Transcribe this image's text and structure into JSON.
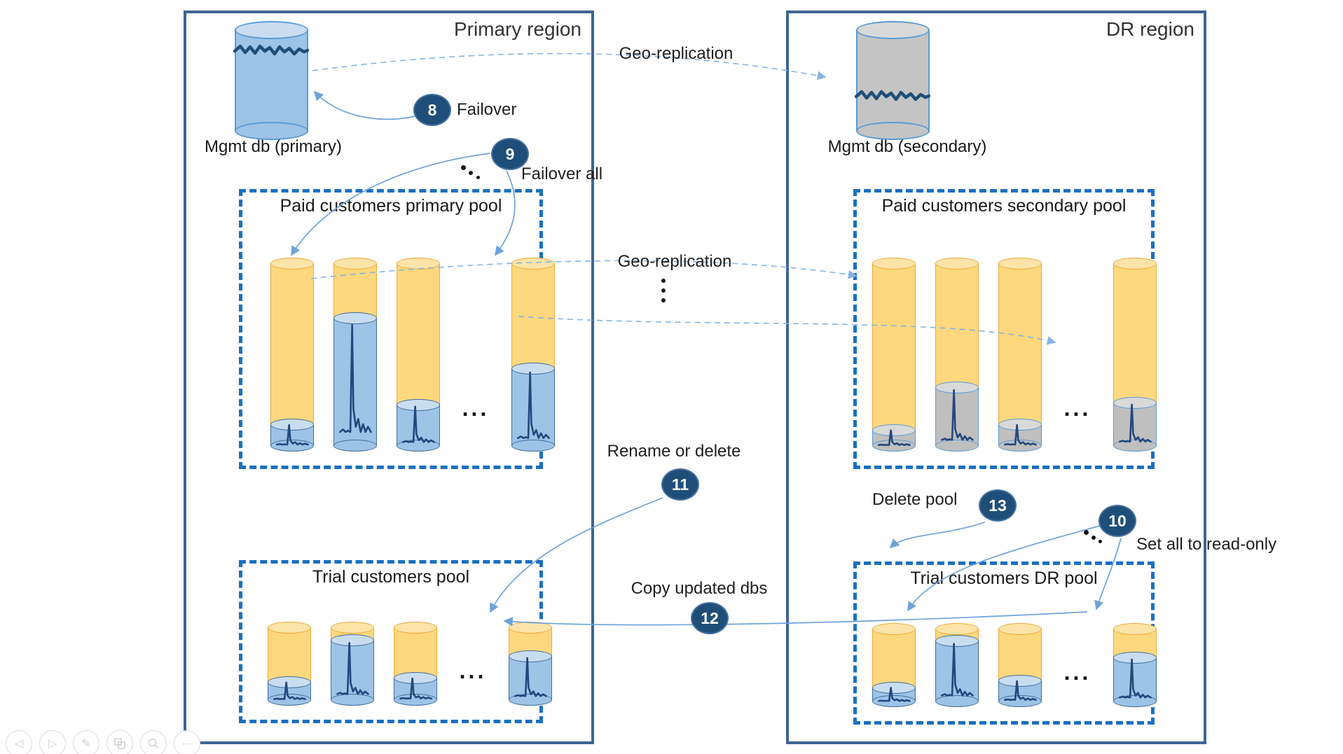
{
  "regions": {
    "primary": {
      "title": "Primary region",
      "mgmt_db_label": "Mgmt db (primary)"
    },
    "dr": {
      "title": "DR region",
      "mgmt_db_label": "Mgmt db (secondary)"
    }
  },
  "pools": {
    "paid_primary": {
      "title": "Paid customers primary pool",
      "fill_style": "blue",
      "cylinder_fills_pct": [
        17,
        72,
        27,
        46
      ]
    },
    "trial_primary": {
      "title": "Trial customers pool",
      "fill_style": "blue",
      "cylinder_fills_pct": [
        35,
        85,
        40,
        66
      ]
    },
    "paid_secondary": {
      "title": "Paid customers secondary pool",
      "fill_style": "gray",
      "cylinder_fills_pct": [
        14,
        36,
        17,
        28
      ]
    },
    "trial_dr": {
      "title": "Trial customers DR pool",
      "fill_style": "blue",
      "cylinder_fills_pct": [
        30,
        86,
        38,
        66
      ]
    }
  },
  "annotations": {
    "geo_replication_top": "Geo-replication",
    "geo_replication_mid": "Geo-replication",
    "failover": "Failover",
    "failover_all": "Failover all",
    "rename_or_delete": "Rename or delete",
    "copy_updated_dbs": "Copy updated dbs",
    "delete_pool": "Delete pool",
    "set_all_read_only": "Set all to read-only",
    "ellipsis": "..."
  },
  "badges": {
    "failover": "8",
    "failover_all": "9",
    "set_read_only": "10",
    "rename_delete": "11",
    "copy_dbs": "12",
    "delete_pool": "13"
  },
  "toolbar": {
    "icons": [
      "previous-slide",
      "next-slide",
      "pen",
      "slide-sorter",
      "zoom-magnifier",
      "more-options"
    ]
  },
  "colors": {
    "region_border": "#3E6492",
    "pool_border": "#1B70C0",
    "badge_bg": "#1F4E79",
    "cylinder_orange": "#FDD87E",
    "cylinder_orange_border": "#EFA93A",
    "db_blue": "#9DC3E6",
    "db_blue_border": "#41719C",
    "db_gray": "#BFBFBF",
    "waveform_navy": "#24477E",
    "arrow_blue": "#6FA3D8"
  }
}
